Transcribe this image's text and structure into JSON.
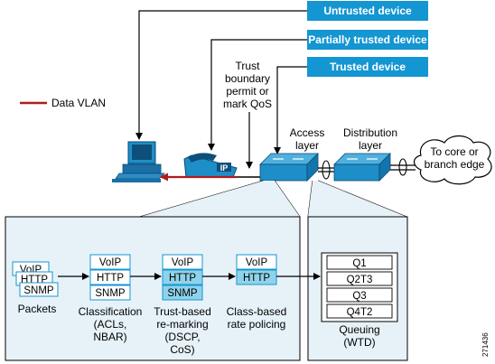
{
  "colors": {
    "device_header": "#1496d2",
    "data_vlan": "#b01c1c",
    "switch_blue": "#1e8ec8",
    "panel_fill": "#e6f2f8",
    "trusted_marked": "#8fd3ea",
    "cloud_fill": "#ffffff"
  },
  "devices": {
    "untrusted": "Untrusted device",
    "partially_trusted": "Partially trusted device",
    "trusted": "Trusted device"
  },
  "legend": {
    "data_vlan": "Data VLAN"
  },
  "labels": {
    "trust_boundary": [
      "Trust",
      "boundary",
      "permit or",
      "mark QoS"
    ],
    "access_layer": [
      "Access",
      "layer"
    ],
    "distribution_layer": [
      "Distribution",
      "layer"
    ],
    "core": [
      "To core or",
      "branch edge"
    ],
    "ip_phone": "IP"
  },
  "pipeline": {
    "packets": {
      "items": [
        "VoIP",
        "HTTP",
        "SNMP"
      ],
      "label": [
        "Packets"
      ]
    },
    "classification": {
      "items": [
        "VoIP",
        "HTTP",
        "SNMP"
      ],
      "label": [
        "Classification",
        "(ACLs,",
        "NBAR)"
      ]
    },
    "remarking": {
      "items": [
        "VoIP",
        "HTTP",
        "SNMP"
      ],
      "label": [
        "Trust-based",
        "re-marking",
        "(DSCP,",
        "CoS)"
      ]
    },
    "policing": {
      "items": [
        "VoIP",
        "HTTP"
      ],
      "label": [
        "Class-based",
        "rate policing"
      ]
    },
    "queuing": {
      "items": [
        "Q1",
        "Q2T3",
        "Q3",
        "Q4T2"
      ],
      "label": [
        "Queuing",
        "(WTD)"
      ]
    }
  },
  "figure_id": "271436"
}
